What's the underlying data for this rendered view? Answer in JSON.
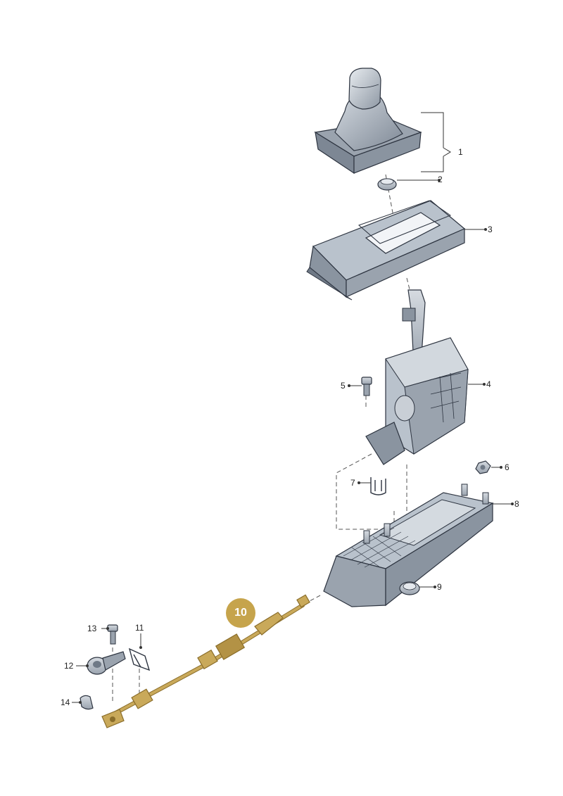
{
  "callouts": [
    {
      "id": "1",
      "label": "1"
    },
    {
      "id": "2",
      "label": "2"
    },
    {
      "id": "3",
      "label": "3"
    },
    {
      "id": "4",
      "label": "4"
    },
    {
      "id": "5",
      "label": "5"
    },
    {
      "id": "6",
      "label": "6"
    },
    {
      "id": "7",
      "label": "7"
    },
    {
      "id": "8",
      "label": "8"
    },
    {
      "id": "9",
      "label": "9"
    },
    {
      "id": "11",
      "label": "11"
    },
    {
      "id": "12",
      "label": "12"
    },
    {
      "id": "13",
      "label": "13"
    },
    {
      "id": "14",
      "label": "14"
    }
  ],
  "highlight": {
    "label": "10",
    "color": "#c6a44c"
  },
  "colors": {
    "part_fill": "#b9c2cc",
    "part_dark": "#7d8794",
    "part_outline": "#2d3440",
    "cable": "#c9a95a",
    "cable_dark": "#8a6d2a"
  }
}
